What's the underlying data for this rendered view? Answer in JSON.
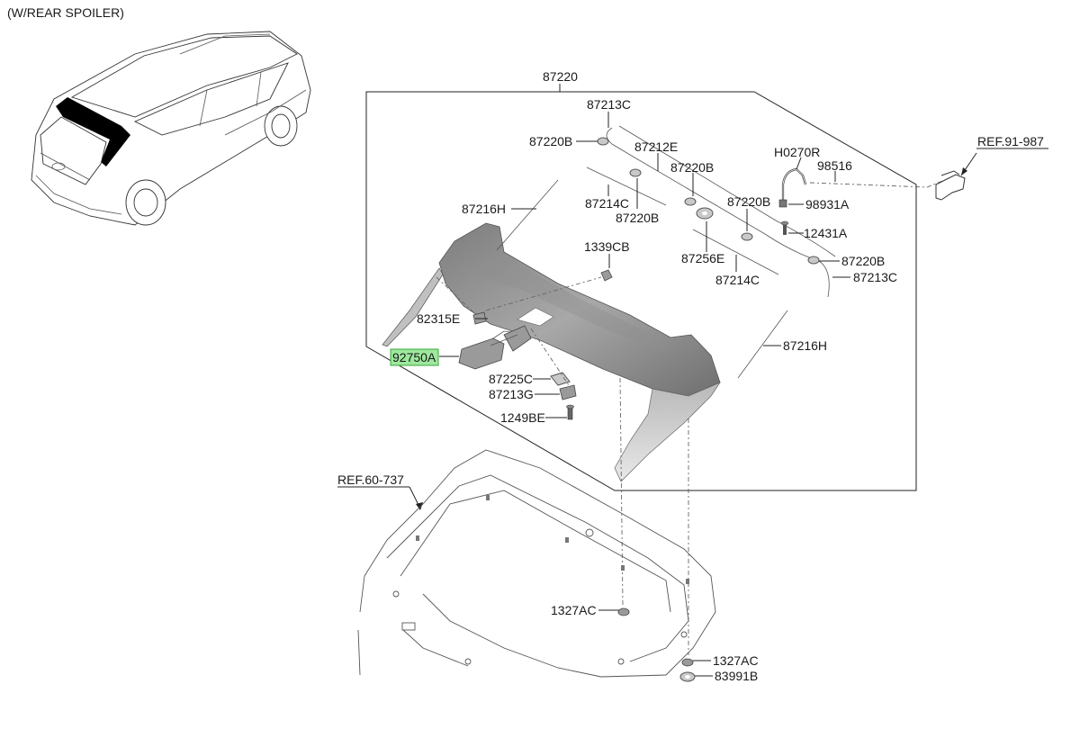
{
  "variant_note": "(W/REAR SPOILER)",
  "refs": {
    "wiring": "REF.91-987",
    "tailgate": "REF.60-737"
  },
  "parts": {
    "assembly": "87220",
    "cover_c_top": "87213C",
    "cover_c_right": "87213C",
    "washer_1": "87220B",
    "washer_2": "87220B",
    "washer_3": "87220B",
    "washer_4": "87220B",
    "washer_5": "87220B",
    "tape_e": "87212E",
    "tape_c_1": "87214C",
    "tape_c_2": "87214C",
    "seal_h_left": "87216H",
    "seal_h_right": "87216H",
    "nut_cb": "1339CB",
    "seal_e": "87256E",
    "hose": "H0270R",
    "nozzle": "98516",
    "clip_a": "98931A",
    "screw_a": "12431A",
    "clip_e": "82315E",
    "lamp": "92750A",
    "pad_c": "87225C",
    "bracket_g": "87213G",
    "bolt_be": "1249BE",
    "nut_ac_1": "1327AC",
    "nut_ac_2": "1327AC",
    "grommet": "83991B"
  },
  "highlight_color": "#9de89d"
}
